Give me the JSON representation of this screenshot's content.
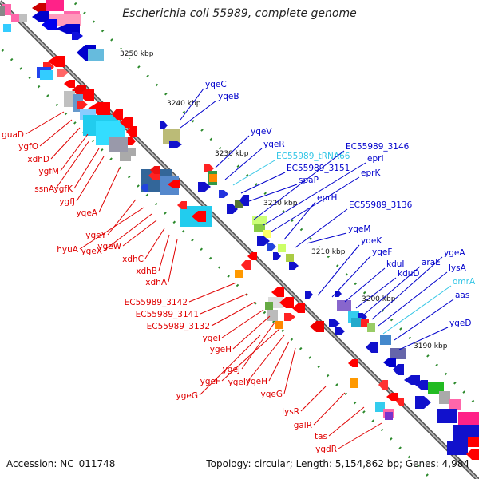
{
  "title": "Escherichia coli 55989, complete genome",
  "accession": "Accession: NC_011748",
  "summary": "Topology: circular; Length: 5,154,862 bp; Genes: 4,984",
  "colors": {
    "backbone": "#8c8c8c",
    "forward_label": "#0000cc",
    "reverse_label": "#e00000",
    "rna_label": "#33c6e6"
  },
  "ticks": [
    {
      "label": "3250 kbp"
    },
    {
      "label": "3240 kbp"
    },
    {
      "label": "3230 kbp"
    },
    {
      "label": "3220 kbp"
    },
    {
      "label": "3210 kbp"
    },
    {
      "label": "3200 kbp"
    },
    {
      "label": "3190 kbp"
    }
  ],
  "upper_labels": [
    {
      "text": "yqeC",
      "kind": "forward"
    },
    {
      "text": "yqeB",
      "kind": "forward"
    },
    {
      "text": "yqeV",
      "kind": "forward"
    },
    {
      "text": "yqeR",
      "kind": "forward"
    },
    {
      "text": "EC55989_tRNA66",
      "kind": "rna"
    },
    {
      "text": "EC55989_3151",
      "kind": "forward"
    },
    {
      "text": "spaP",
      "kind": "forward"
    },
    {
      "text": "EC55989_3146",
      "kind": "forward"
    },
    {
      "text": "eprI",
      "kind": "forward"
    },
    {
      "text": "eprK",
      "kind": "forward"
    },
    {
      "text": "eprH",
      "kind": "forward"
    },
    {
      "text": "EC55989_3136",
      "kind": "forward"
    },
    {
      "text": "yqeM",
      "kind": "forward"
    },
    {
      "text": "yqeK",
      "kind": "forward"
    },
    {
      "text": "yqeF",
      "kind": "forward"
    },
    {
      "text": "kduI",
      "kind": "forward"
    },
    {
      "text": "kduD",
      "kind": "forward"
    },
    {
      "text": "araE",
      "kind": "forward"
    },
    {
      "text": "ygeA",
      "kind": "forward"
    },
    {
      "text": "lysA",
      "kind": "forward"
    },
    {
      "text": "omrA",
      "kind": "rna"
    },
    {
      "text": "aas",
      "kind": "forward"
    },
    {
      "text": "ygeD",
      "kind": "forward"
    }
  ],
  "lower_labels": [
    {
      "text": "guaD"
    },
    {
      "text": "ygfO"
    },
    {
      "text": "xdhD"
    },
    {
      "text": "ygfM"
    },
    {
      "text": "ssnA"
    },
    {
      "text": "ygfK"
    },
    {
      "text": "ygfJ"
    },
    {
      "text": "yqeA"
    },
    {
      "text": "ygeY"
    },
    {
      "text": "hyuA"
    },
    {
      "text": "ygeX"
    },
    {
      "text": "ygeW"
    },
    {
      "text": "xdhC"
    },
    {
      "text": "xdhB"
    },
    {
      "text": "xdhA"
    },
    {
      "text": "EC55989_3142"
    },
    {
      "text": "EC55989_3141"
    },
    {
      "text": "EC55989_3132"
    },
    {
      "text": "ygeI"
    },
    {
      "text": "ygeH"
    },
    {
      "text": "ygeJ"
    },
    {
      "text": "ygeF"
    },
    {
      "text": "ygeI"
    },
    {
      "text": "yqeH"
    },
    {
      "text": "ygeG"
    },
    {
      "text": "yqeG"
    },
    {
      "text": "lysR"
    },
    {
      "text": "galR"
    },
    {
      "text": "tas"
    },
    {
      "text": "ygdR"
    }
  ]
}
